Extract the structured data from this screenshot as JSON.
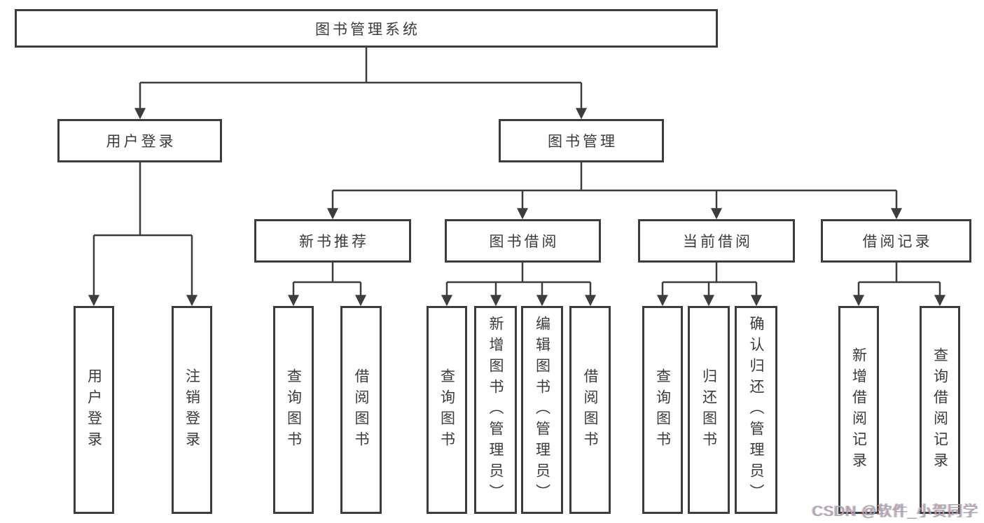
{
  "diagram": {
    "title": "图书管理系统",
    "nodes": {
      "root": {
        "label": "图书管理系统",
        "children": [
          "user_login",
          "book_management"
        ]
      },
      "user_login": {
        "label": "用户登录",
        "children": [
          "leaf_user_login",
          "leaf_logout"
        ]
      },
      "book_management": {
        "label": "图书管理",
        "children": [
          "new_book_recommend",
          "book_borrow",
          "current_borrow",
          "borrow_record"
        ]
      },
      "new_book_recommend": {
        "label": "新书推荐",
        "children": [
          "leaf_query_book_1",
          "leaf_borrow_book_1"
        ]
      },
      "book_borrow": {
        "label": "图书借阅",
        "children": [
          "leaf_query_book_2",
          "leaf_add_book_admin",
          "leaf_edit_book_admin",
          "leaf_borrow_book_2"
        ]
      },
      "current_borrow": {
        "label": "当前借阅",
        "children": [
          "leaf_query_book_3",
          "leaf_return_book",
          "leaf_confirm_return_admin"
        ]
      },
      "borrow_record": {
        "label": "借阅记录",
        "children": [
          "leaf_add_borrow_record",
          "leaf_query_borrow_record"
        ]
      },
      "leaf_user_login": {
        "label": "用户登录"
      },
      "leaf_logout": {
        "label": "注销登录"
      },
      "leaf_query_book_1": {
        "label": "查询图书"
      },
      "leaf_borrow_book_1": {
        "label": "借阅图书"
      },
      "leaf_query_book_2": {
        "label": "查询图书"
      },
      "leaf_add_book_admin": {
        "label": "新增图书（管理员）"
      },
      "leaf_edit_book_admin": {
        "label": "编辑图书（管理员）"
      },
      "leaf_borrow_book_2": {
        "label": "借阅图书"
      },
      "leaf_query_book_3": {
        "label": "查询图书"
      },
      "leaf_return_book": {
        "label": "归还图书"
      },
      "leaf_confirm_return_admin": {
        "label": "确认归还（管理员）"
      },
      "leaf_add_borrow_record": {
        "label": "新增借阅记录"
      },
      "leaf_query_borrow_record": {
        "label": "查询借阅记录"
      }
    }
  },
  "watermark": {
    "text": "CSDN @软件_小贺同学"
  },
  "colors": {
    "line": "#3d3d3d",
    "box_border": "#3d3d3d",
    "text": "#3b3b3b",
    "background": "#ffffff",
    "watermark": "#a8a8a8"
  }
}
